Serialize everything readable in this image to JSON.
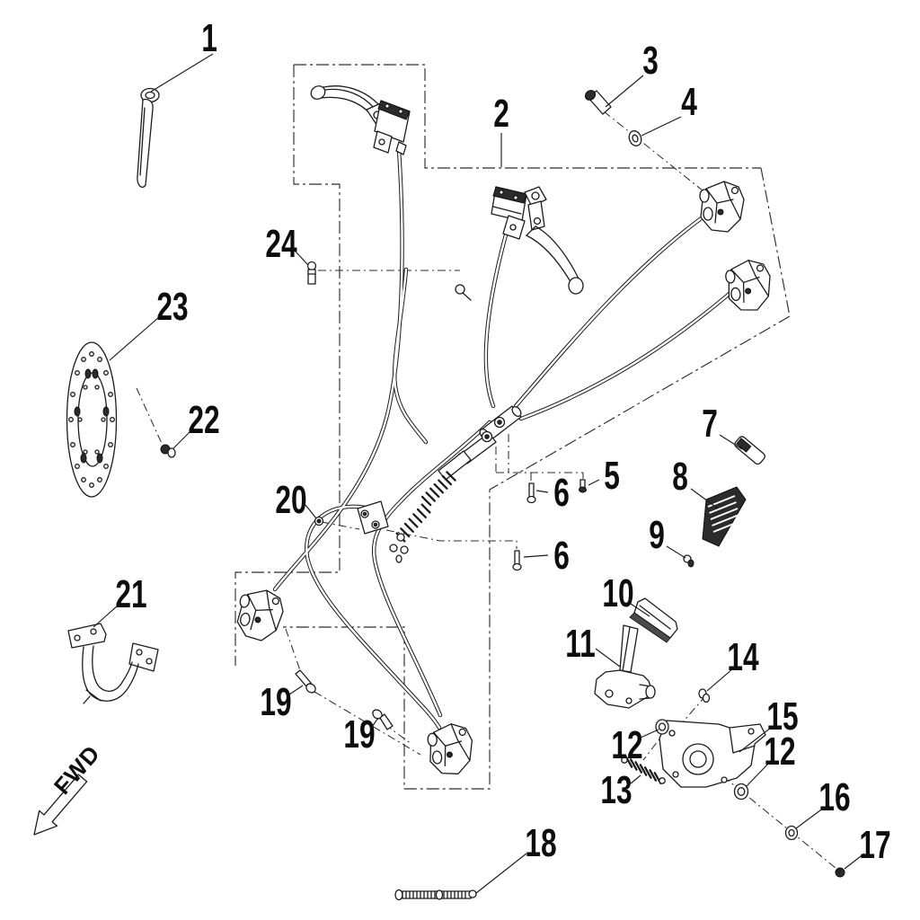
{
  "diagram": {
    "type": "exploded parts diagram",
    "subject": "brake system",
    "background_color": "#ffffff",
    "line_color": "#1c1c1c",
    "direction_label": "FWD",
    "callouts": {
      "c1": "1",
      "c2": "2",
      "c3": "3",
      "c4": "4",
      "c5": "5",
      "c6a": "6",
      "c6b": "6",
      "c7": "7",
      "c8": "8",
      "c9": "9",
      "c10": "10",
      "c11": "11",
      "c12a": "12",
      "c12b": "12",
      "c13": "13",
      "c14": "14",
      "c15": "15",
      "c16": "16",
      "c17": "17",
      "c18": "18",
      "c19a": "19",
      "c19b": "19",
      "c20": "20",
      "c21": "21",
      "c22": "22",
      "c23": "23",
      "c24": "24"
    }
  }
}
